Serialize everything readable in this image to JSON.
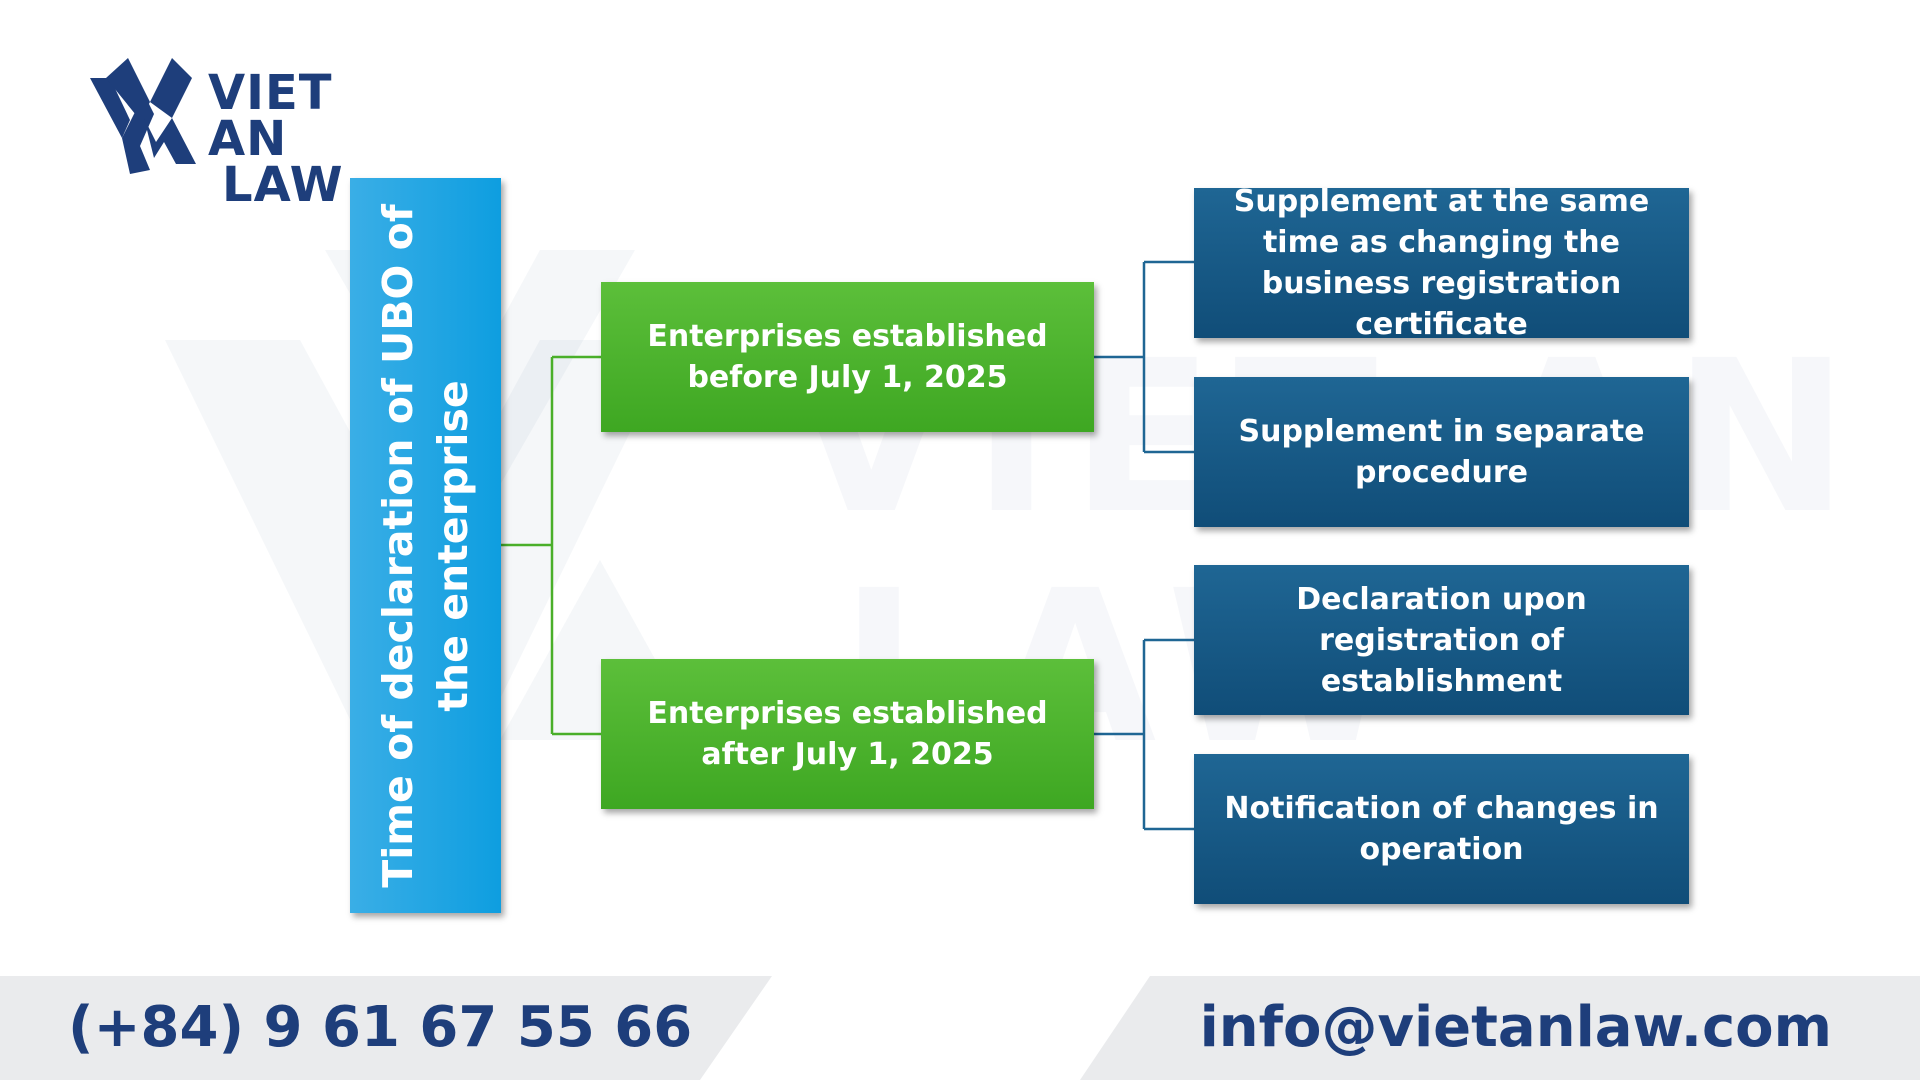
{
  "brand": {
    "logo_line1": "VIET AN",
    "logo_line2": "LAW",
    "logo_icon": "vietan-monogram-icon",
    "color_navy": "#1e3e7b"
  },
  "diagram": {
    "root": "Time of declaration of UBO of the enterprise",
    "branches": [
      {
        "label": "Enterprises established before July 1, 2025",
        "children": [
          "Supplement at the same time as changing the business registration certificate",
          "Supplement in separate procedure"
        ]
      },
      {
        "label": "Enterprises established after July 1, 2025",
        "children": [
          "Declaration upon registration of establishment",
          "Notification of changes in operation"
        ]
      }
    ],
    "colors": {
      "root": "#0e9ee0",
      "branch": "#4aaf2a",
      "leaf": "#165a86",
      "connector_green": "#4aaf2a",
      "connector_blue": "#1f6694"
    }
  },
  "footer": {
    "phone": "(+84) 9 61 67 55 66",
    "email": "info@vietanlaw.com"
  }
}
